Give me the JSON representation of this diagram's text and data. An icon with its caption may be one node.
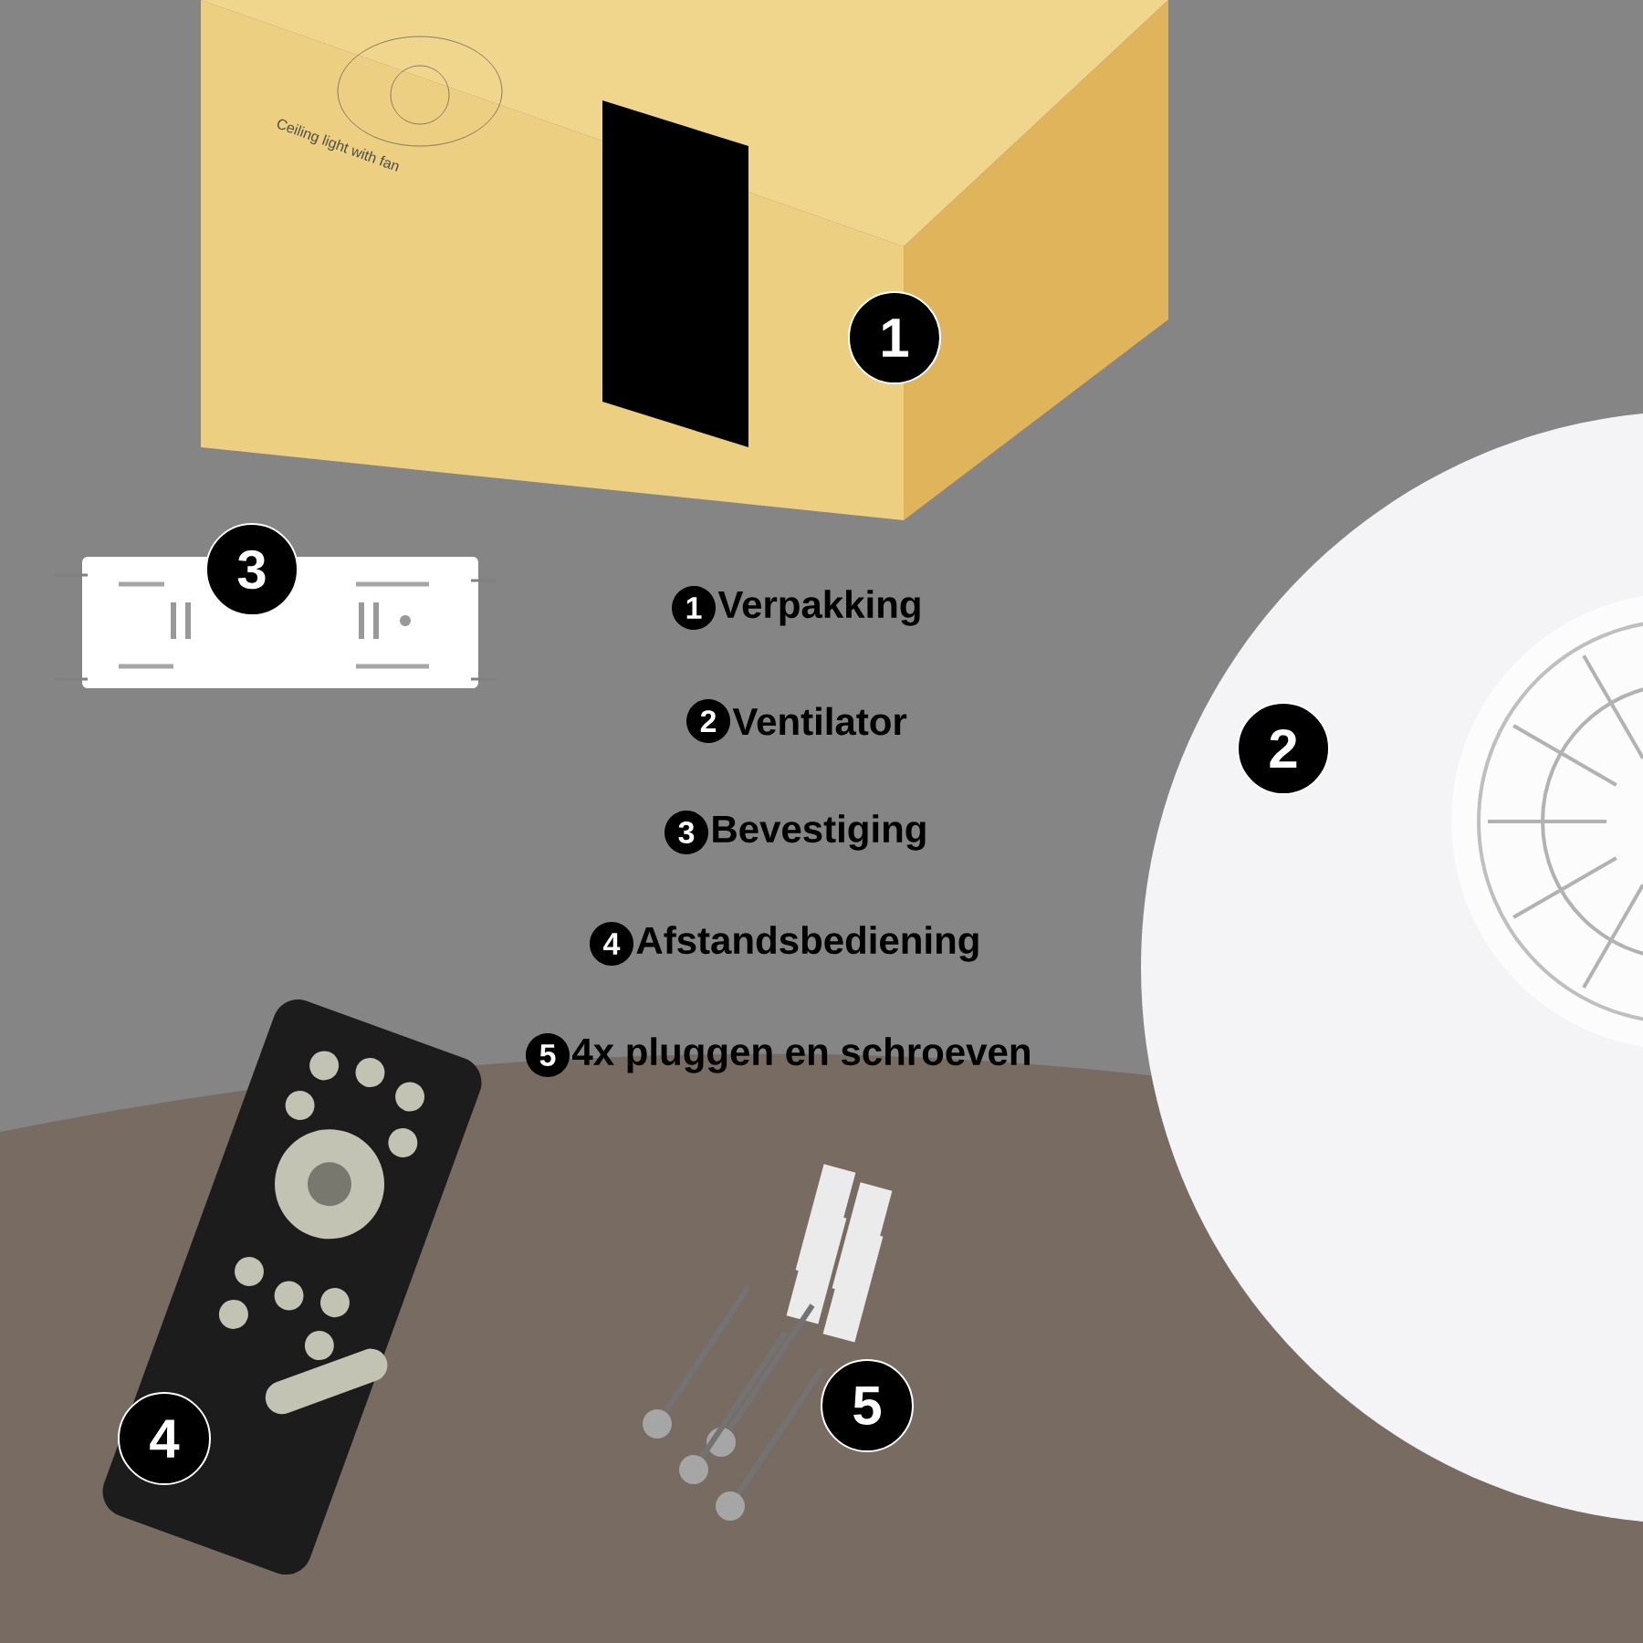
{
  "diagram": {
    "labels": [
      "Ceiling light with fan",
      "1",
      "3",
      "1",
      "Verpakking",
      "2",
      "Ventilator",
      "2",
      "3",
      "Bevestiging",
      "4",
      "Afstandsbediening",
      "5",
      "4x pluggen en schroeven",
      "5",
      "4"
    ]
  }
}
